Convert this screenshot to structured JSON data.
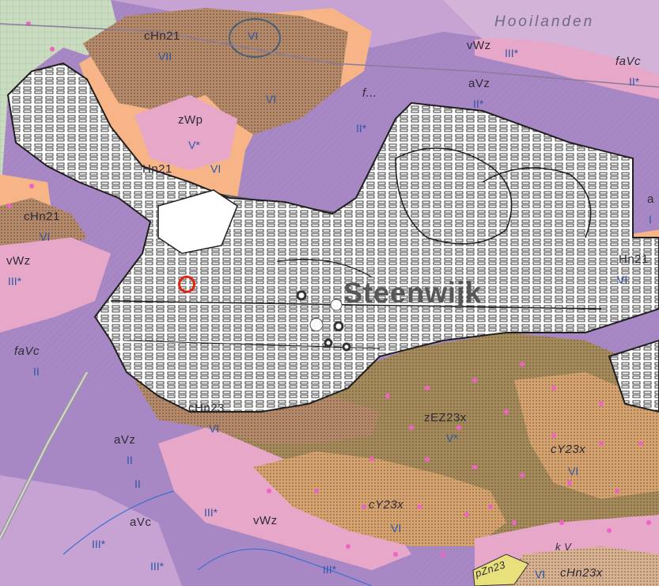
{
  "map": {
    "place_name": "Hooilanden",
    "town_name": "Steenwijk",
    "colors": {
      "peat_dark": "#b58a6a",
      "peat_orange": "#f6b487",
      "podzol_violet": "#a888c4",
      "light_violet": "#d4b3d9",
      "pink": "#e6a7c8",
      "olive": "#a58c5a",
      "tan": "#d6a46f",
      "green": "#c9dcc0",
      "yellow": "#e8e07a",
      "built_up": "#ffffff",
      "class_text": "#2e56a8",
      "marker": "#e32310"
    },
    "marker_icon": "location-circle-icon",
    "labels": {
      "cHn21_nw": "cHn21",
      "VII_nw": "VII",
      "VI_top": "VI",
      "VI_mid": "VI",
      "vWz_ne": "vWz",
      "III_ne": "III*",
      "faVc_ne": "faVc",
      "II_ne": "II*",
      "aVz_n": "aVz",
      "II_n": "II*",
      "f_n": "f...",
      "II_c": "II*",
      "zWp": "zWp",
      "V_zwp": "V*",
      "Hn21_w": "Hn21",
      "VI_hn21w": "VI",
      "cHn21_w": "cHn21",
      "VI_w": "VI",
      "vWz_w": "vWz",
      "III_w": "III*",
      "Hn21_e": "Hn21",
      "VI_e": "VI",
      "a_e": "a",
      "I_e": "I",
      "faVc_w": "faVc",
      "II_w": "II",
      "cHn23": "cHn23",
      "VI_chn23": "VI",
      "zEZ23x": "zEZ23x",
      "V_zez": "V*",
      "cY23x_e": "cY23x",
      "VI_cy_e": "VI",
      "aVz_s": "aVz",
      "II_s1": "II",
      "II_s2": "II",
      "cY23x_s": "cY23x",
      "VI_cy_s": "VI",
      "III_s1": "III*",
      "vWz_s": "vWz",
      "aVc_s": "aVc",
      "III_s2": "III*",
      "III_s3": "III*",
      "III_s4": "III*",
      "pZn23": "pZn23",
      "V_bottom": "V",
      "VI_bottom": "VI",
      "cHn23x": "cHn23x",
      "k_V": "k  V"
    }
  }
}
